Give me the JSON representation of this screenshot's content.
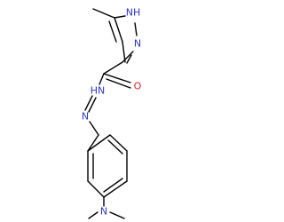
{
  "molecule": {
    "labels": {
      "nh": "NH",
      "n_pyrazole": "N",
      "hn": "HN",
      "n_imine": "N",
      "o": "O",
      "n_amine": "N"
    },
    "colors": {
      "nitrogen": "#2a34d9",
      "oxygen": "#e0201b",
      "bond": "#000000"
    }
  }
}
